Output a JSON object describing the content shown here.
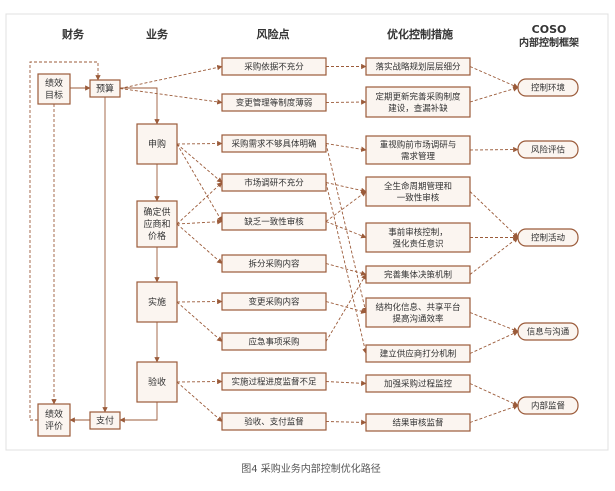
{
  "headers": {
    "finance": "财务",
    "business": "业务",
    "risk": "风险点",
    "measures": "优化控制措施",
    "coso_line1": "COSO",
    "coso_line2": "内部控制框架"
  },
  "finance": {
    "kpi_top": [
      "绩效",
      "目标"
    ],
    "kpi_bottom": [
      "绩效",
      "评价"
    ]
  },
  "business": {
    "budget": [
      "预算"
    ],
    "purchase": [
      "申购"
    ],
    "supplier": [
      "确定供",
      "应商和",
      "价格"
    ],
    "implement": [
      "实施"
    ],
    "accept": [
      "验收"
    ],
    "payment": [
      "支付"
    ]
  },
  "risks": [
    [
      "采购依据不充分"
    ],
    [
      "变更管理等制度薄弱"
    ],
    [
      "采购需求不够具体明确"
    ],
    [
      "市场调研不充分"
    ],
    [
      "缺乏一致性审核"
    ],
    [
      "拆分采购内容"
    ],
    [
      "变更采购内容"
    ],
    [
      "应急事项采购"
    ],
    [
      "实施过程进度监督不足"
    ],
    [
      "验收、支付监督"
    ]
  ],
  "measures": [
    [
      "落实战略规划层层细分"
    ],
    [
      "定期更新完善采购制度",
      "建设，查漏补缺"
    ],
    [
      "重视购前市场调研与",
      "需求管理"
    ],
    [
      "全生命周期管理和",
      "一致性审核"
    ],
    [
      "事前审核控制，",
      "强化责任意识"
    ],
    [
      "完善集体决策机制"
    ],
    [
      "结构化信息、共享平台",
      "提高沟通效率"
    ],
    [
      "建立供应商打分机制"
    ],
    [
      "加强采购过程监控"
    ],
    [
      "结果审核监督"
    ]
  ],
  "coso": [
    [
      "控制环境"
    ],
    [
      "风险评估"
    ],
    [
      "控制活动"
    ],
    [
      "信息与沟通"
    ],
    [
      "内部监督"
    ]
  ],
  "caption": "图4   采购业务内部控制优化路径",
  "colors": {
    "stroke": "#9b5b3a",
    "fill": "#fbf5f0",
    "text": "#333333",
    "header": "#333333",
    "frame": "#e0e0e0"
  }
}
